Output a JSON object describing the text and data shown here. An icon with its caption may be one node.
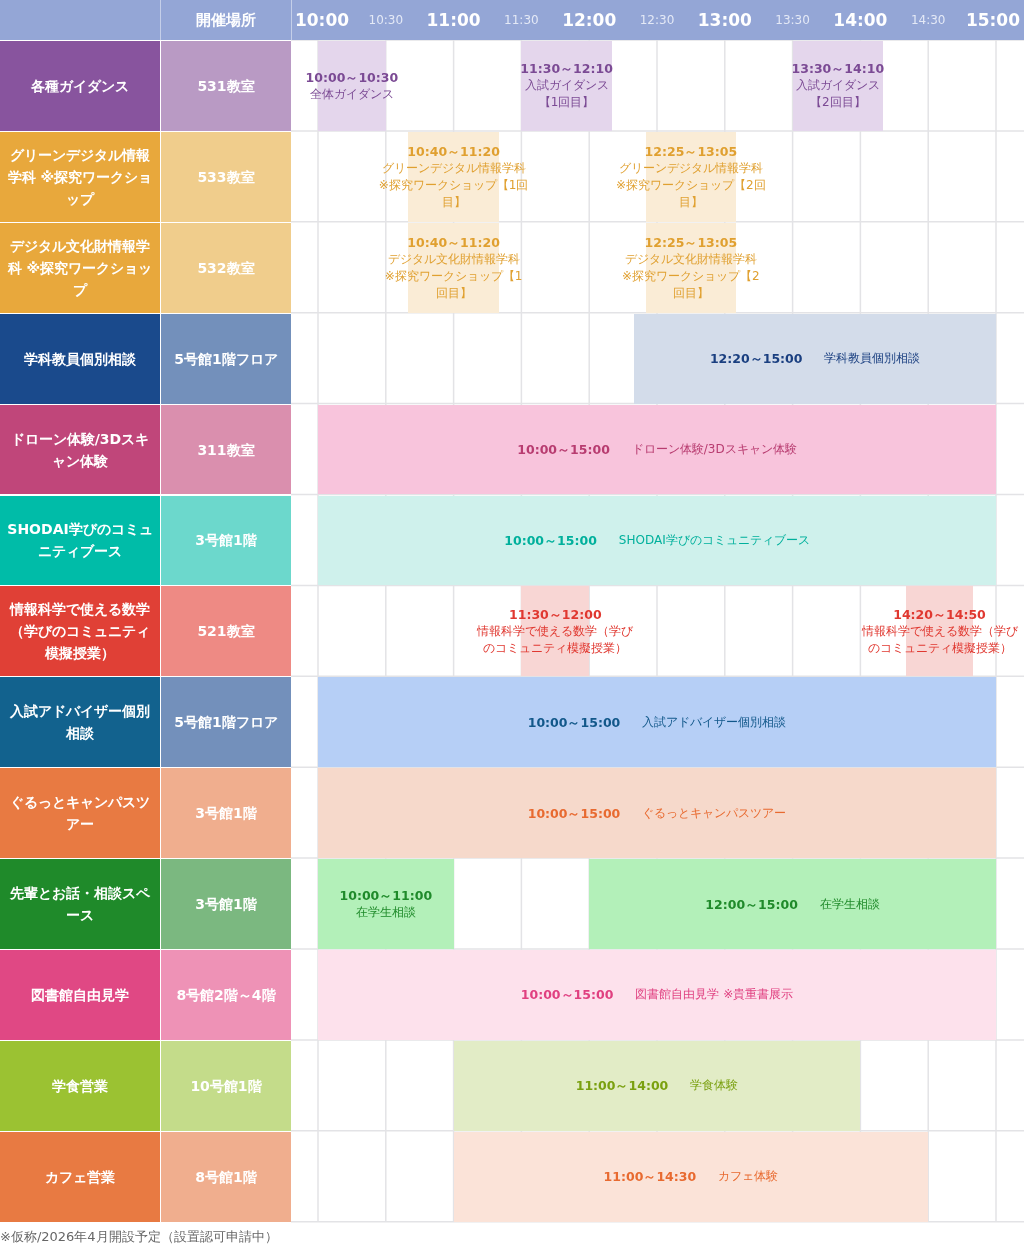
{
  "diagram": {
    "caption": "※仮称/2026年4月開設予定（設置認可申請中）",
    "labels": [
      "開催場所",
      "10:00",
      "10:30",
      "11:00",
      "11:30",
      "12:00",
      "12:30",
      "13:00",
      "13:30",
      "14:00",
      "14:30",
      "15:00"
    ],
    "nodes": [
      {
        "text": [
          "各種ガイダンス"
        ]
      },
      {
        "text": [
          "531教室"
        ]
      },
      {
        "text": [
          "10:00～10:30",
          "全体ガイダンス"
        ]
      },
      {
        "text": [
          "11:30～12:10",
          "入試ガイダンス【1回目】"
        ]
      },
      {
        "text": [
          "13:30～14:10",
          "入試ガイダンス【2回目】"
        ]
      },
      {
        "text": [
          "グリーンデジタル情報学科 ※探究ワークショップ"
        ]
      },
      {
        "text": [
          "533教室"
        ]
      },
      {
        "text": [
          "10:40～11:20",
          "グリーンデジタル情報学科※探究ワークショップ【1回目】"
        ]
      },
      {
        "text": [
          "12:25～13:05",
          "グリーンデジタル情報学科※探究ワークショップ【2回目】"
        ]
      },
      {
        "text": [
          "デジタル文化財情報学科 ※探究ワークショップ"
        ]
      },
      {
        "text": [
          "532教室"
        ]
      },
      {
        "text": [
          "10:40～11:20",
          "デジタル文化財情報学科※探究ワークショップ【1回目】"
        ]
      },
      {
        "text": [
          "12:25～13:05",
          "デジタル文化財情報学科※探究ワークショップ【2回目】"
        ]
      },
      {
        "text": [
          "学科教員個別相談"
        ]
      },
      {
        "text": [
          "5号館1階フロア"
        ]
      },
      {
        "text": [
          "12:20～15:00",
          "学科教員個別相談"
        ]
      },
      {
        "text": [
          "ドローン体験/3Dスキャン体験"
        ]
      },
      {
        "text": [
          "311教室"
        ]
      },
      {
        "text": [
          "10:00～15:00",
          "ドローン体験/3Dスキャン体験"
        ]
      },
      {
        "text": [
          "SHODAI学びのコミュニティブース"
        ]
      },
      {
        "text": [
          "3号館1階"
        ]
      },
      {
        "text": [
          "10:00～15:00",
          "SHODAI学びのコミュニティブース"
        ]
      },
      {
        "text": [
          "情報科学で使える数学（学びのコミュニティ模擬授業）"
        ]
      },
      {
        "text": [
          "521教室"
        ]
      },
      {
        "text": [
          "11:30～12:00",
          "情報科学で使える数学（学びのコミュニティ模擬授業）"
        ]
      },
      {
        "text": [
          "14:20～14:50",
          "情報科学で使える数学（学びのコミュニティ模擬授業）"
        ]
      },
      {
        "text": [
          "入試アドバイザー個別相談"
        ]
      },
      {
        "text": [
          "5号館1階フロア"
        ]
      },
      {
        "text": [
          "10:00～15:00",
          "入試アドバイザー個別相談"
        ]
      },
      {
        "text": [
          "ぐるっとキャンパスツアー"
        ]
      },
      {
        "text": [
          "3号館1階"
        ]
      },
      {
        "text": [
          "10:00～15:00",
          "ぐるっとキャンパスツアー"
        ]
      },
      {
        "text": [
          "先輩とお話・相談スペース"
        ]
      },
      {
        "text": [
          "3号館1階"
        ]
      },
      {
        "text": [
          "10:00～11:00",
          "在学生相談"
        ]
      },
      {
        "text": [
          "12:00～15:00",
          "在学生相談"
        ]
      },
      {
        "text": [
          "図書館自由見学"
        ]
      },
      {
        "text": [
          "8号館2階～4階"
        ]
      },
      {
        "text": [
          "10:00～15:00",
          "図書館自由見学 ※貴重書展示"
        ]
      },
      {
        "text": [
          "学食営業"
        ]
      },
      {
        "text": [
          "10号館1階"
        ]
      },
      {
        "text": [
          "11:00～14:00",
          "学食体験"
        ]
      },
      {
        "text": [
          "カフェ営業"
        ]
      },
      {
        "text": [
          "8号館1階"
        ]
      },
      {
        "text": [
          "11:00～14:30",
          "カフェ体験"
        ]
      }
    ]
  }
}
